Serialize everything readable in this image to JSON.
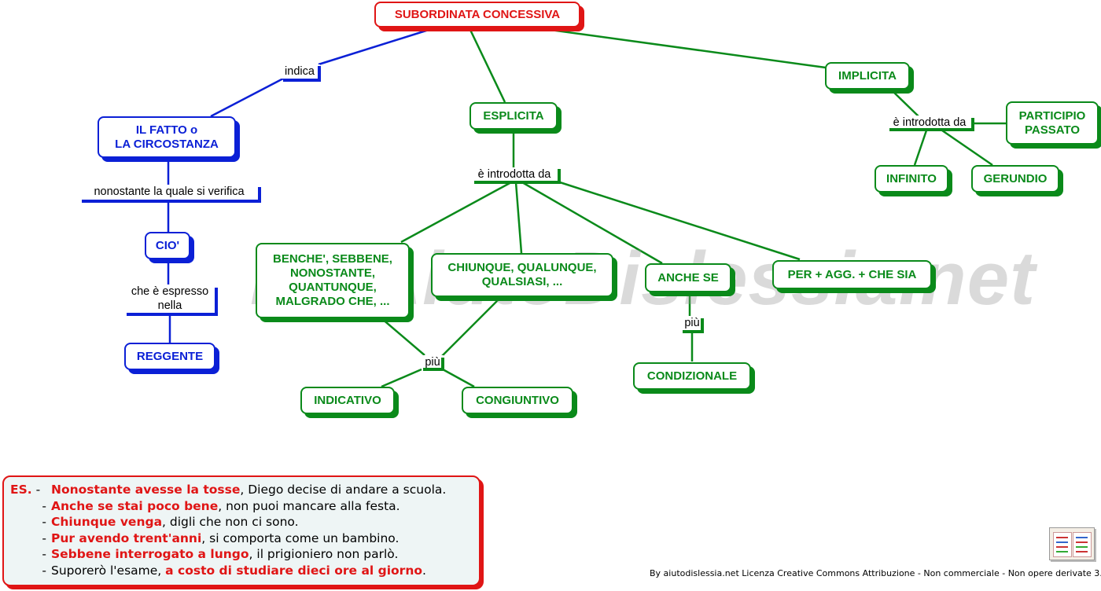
{
  "nodes": {
    "title": "SUBORDINATA CONCESSIVA",
    "fatto": "IL FATTO o\nLA CIRCOSTANZA",
    "cio": "CIO'",
    "reggente": "REGGENTE",
    "esplicita": "ESPLICITA",
    "implicita": "IMPLICITA",
    "participio": "PARTICIPIO\nPASSATO",
    "infinito": "INFINITO",
    "gerundio": "GERUNDIO",
    "benche": "BENCHE', SEBBENE,\nNONOSTANTE,\nQUANTUNQUE,\nMALGRADO CHE, ...",
    "chiunque": "CHIUNQUE, QUALUNQUE,\nQUALSIASI, ...",
    "anche_se": "ANCHE SE",
    "per_agg": "PER + AGG. + CHE SIA",
    "indicativo": "INDICATIVO",
    "congiuntivo": "CONGIUNTIVO",
    "condizionale": "CONDIZIONALE"
  },
  "labels": {
    "indica": "indica",
    "nonostante": "nonostante la quale si verifica",
    "espresso": "che è espresso\nnella",
    "introdotta_espl": "è introdotta da",
    "introdotta_impl": "è introdotta da",
    "piu_1": "più",
    "piu_2": "più"
  },
  "watermark": "By AiutoDislessia.net",
  "examples": {
    "prefix": "ES.",
    "lines": [
      {
        "highlight": "Nonostante avesse la tosse",
        "rest": ", Diego decise di andare a scuola."
      },
      {
        "highlight": "Anche se stai poco bene",
        "rest": ", non puoi mancare alla festa."
      },
      {
        "highlight": "Chiunque venga",
        "rest": ", digli che non ci sono."
      },
      {
        "highlight": "Pur avendo trent'anni",
        "rest": ", si comporta come un bambino."
      },
      {
        "highlight": "Sebbene interrogato a lungo",
        "rest": ", il prigioniero non parlò."
      }
    ],
    "last_line": {
      "text": "Suporerò l'esame, ",
      "highlight": "a costo di studiare dieci ore al giorno",
      "end": "."
    }
  },
  "credit": "By aiutodislessia.net Licenza Creative Commons Attribuzione - Non commerciale - Non opere derivate 3.0 Italia",
  "colors": {
    "green": "#0a8a1a",
    "blue": "#0b20d6",
    "red": "#e01515"
  }
}
